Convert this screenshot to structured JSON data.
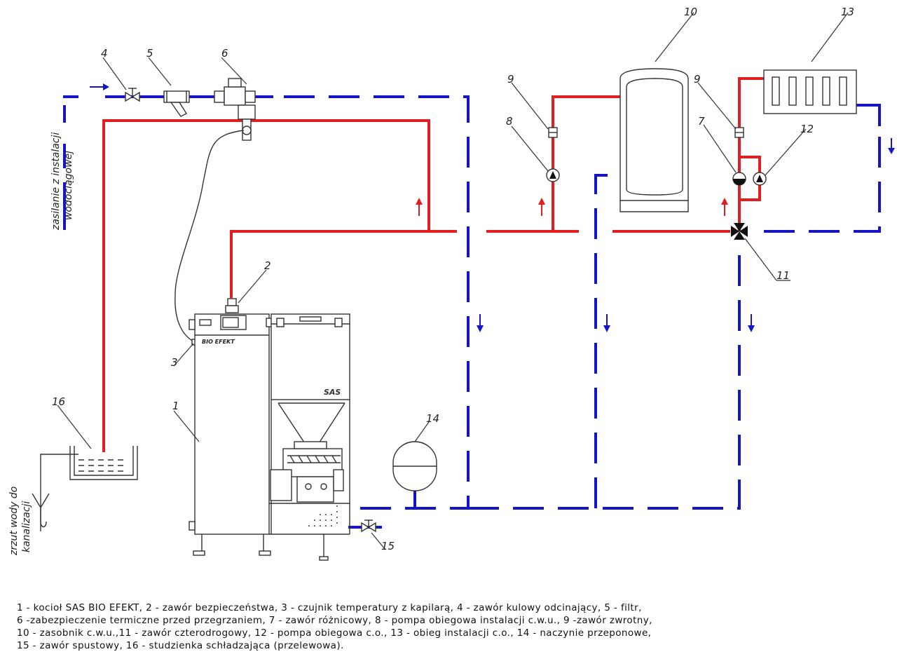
{
  "callouts": {
    "n1": "1",
    "n2": "2",
    "n3": "3",
    "n4": "4",
    "n5": "5",
    "n6": "6",
    "n7": "7",
    "n8": "8",
    "n9a": "9",
    "n9b": "9",
    "n10": "10",
    "n11": "11",
    "n12": "12",
    "n13": "13",
    "n14": "14",
    "n15": "15",
    "n16": "16"
  },
  "side_labels": {
    "supply_line1": "zasilanie  z  instalacji",
    "supply_line2": "wodociągowej",
    "drain_line1": "zrzut  wody  do",
    "drain_line2": "kanalizacji"
  },
  "boiler": {
    "brand": "BIO EFEKT",
    "logo": "SAS"
  },
  "legend": [
    "1 - kocioł SAS BIO EFEKT, 2 - zawór bezpieczeństwa, 3 - czujnik temperatury z kapilarą, 4 - zawór kulowy odcinający, 5 - filtr,",
    "6 -zabezpieczenie termiczne przed przegrzaniem, 7 - zawór różnicowy, 8 - pompa obiegowa instalacji c.w.u., 9 -zawór zwrotny,",
    "10 - zasobnik c.w.u.,11 - zawór czterodrogowy, 12 - pompa obiegowa c.o., 13 - obieg instalacji c.o., 14 - naczynie przeponowe,",
    "15 - zawór spustowy, 16 - studzienka schładzająca (przelewowa)."
  ],
  "colors": {
    "supply_red": "#e02020",
    "return_blue": "#1515c8"
  }
}
